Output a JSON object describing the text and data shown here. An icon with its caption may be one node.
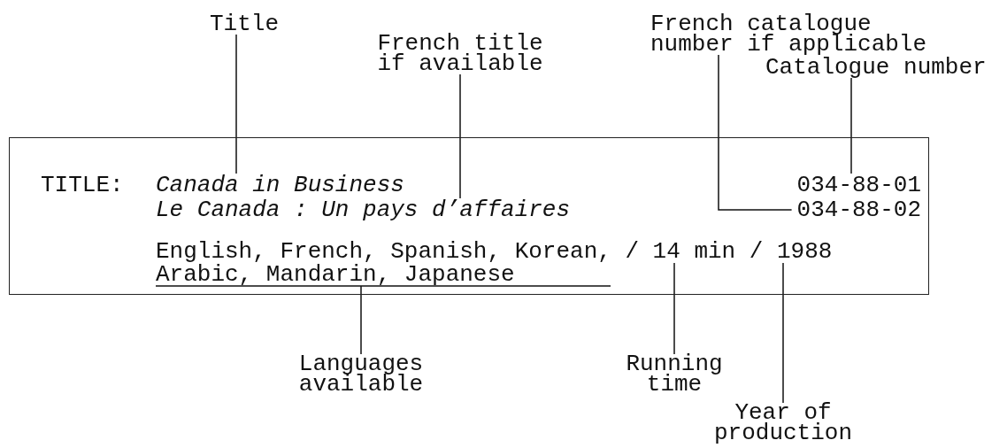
{
  "diagram": {
    "nodes": [
      {
        "text": [
          "Title"
        ]
      },
      {
        "text": [
          "French title if available"
        ]
      },
      {
        "text": [
          "French catalogue number if applicable"
        ]
      },
      {
        "text": [
          "Catalogue number"
        ]
      },
      {
        "text": [],
        "shape": "box"
      },
      {
        "text": [
          "TITLE:"
        ],
        "in": 4
      },
      {
        "text": [
          "Canada in Business"
        ],
        "in": 4
      },
      {
        "text": [
          "034-88-01"
        ],
        "in": 4
      },
      {
        "text": [
          "Le Canada : Un pays d’affaires"
        ],
        "in": 4
      },
      {
        "text": [
          "034-88-02"
        ],
        "in": 4
      },
      {
        "text": [
          "English, French, Spanish, Korean, Arabic, Mandarin, Japanese"
        ],
        "in": 4
      },
      {
        "text": [
          "14 min"
        ],
        "in": 4
      },
      {
        "text": [
          "1988"
        ],
        "in": 4
      },
      {
        "text": [
          "Languages available"
        ]
      },
      {
        "text": [
          "Running time"
        ]
      },
      {
        "text": [
          "Year of production"
        ]
      }
    ],
    "edges": [
      {
        "from": 0,
        "to": 6,
        "arrow": "none"
      },
      {
        "from": 1,
        "to": 8,
        "arrow": "none"
      },
      {
        "from": 2,
        "to": 9,
        "arrow": "none"
      },
      {
        "from": 3,
        "to": 7,
        "arrow": "none"
      },
      {
        "from": 13,
        "to": 10,
        "arrow": "none"
      },
      {
        "from": 14,
        "to": 11,
        "arrow": "none"
      },
      {
        "from": 15,
        "to": 12,
        "arrow": "none"
      }
    ],
    "labels": [
      "/",
      "/"
    ]
  }
}
